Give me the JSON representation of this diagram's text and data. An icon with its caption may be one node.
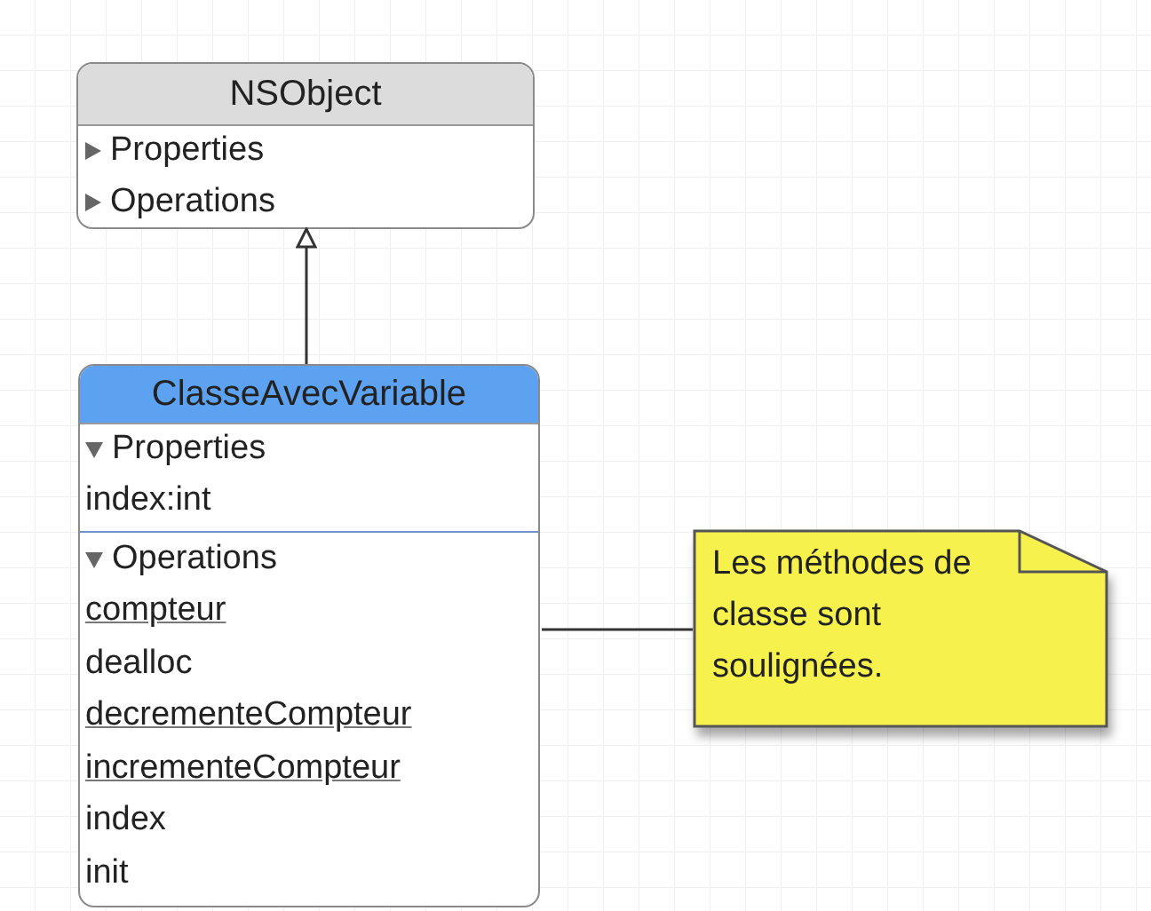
{
  "diagram": {
    "nodes": [
      {
        "text": [
          "NSObject"
        ]
      },
      {
        "text": [
          "Properties"
        ],
        "in": 0
      },
      {
        "text": [
          "Operations"
        ],
        "in": 0
      },
      {
        "text": [
          "ClasseAvecVariable"
        ]
      },
      {
        "text": [
          "Properties",
          "index:int"
        ],
        "in": 3
      },
      {
        "text": [
          "Operations",
          "compteur",
          "dealloc",
          "decrementeCompteur",
          "incrementeCompteur",
          "index",
          "init"
        ],
        "in": 3
      },
      {
        "text": [
          "Les méthodes de classe sont soulignées."
        ]
      }
    ],
    "edges": [
      {
        "from": 3,
        "to": 0,
        "arrow": "to"
      },
      {
        "from": 5,
        "to": 6,
        "arrow": "none"
      }
    ]
  }
}
